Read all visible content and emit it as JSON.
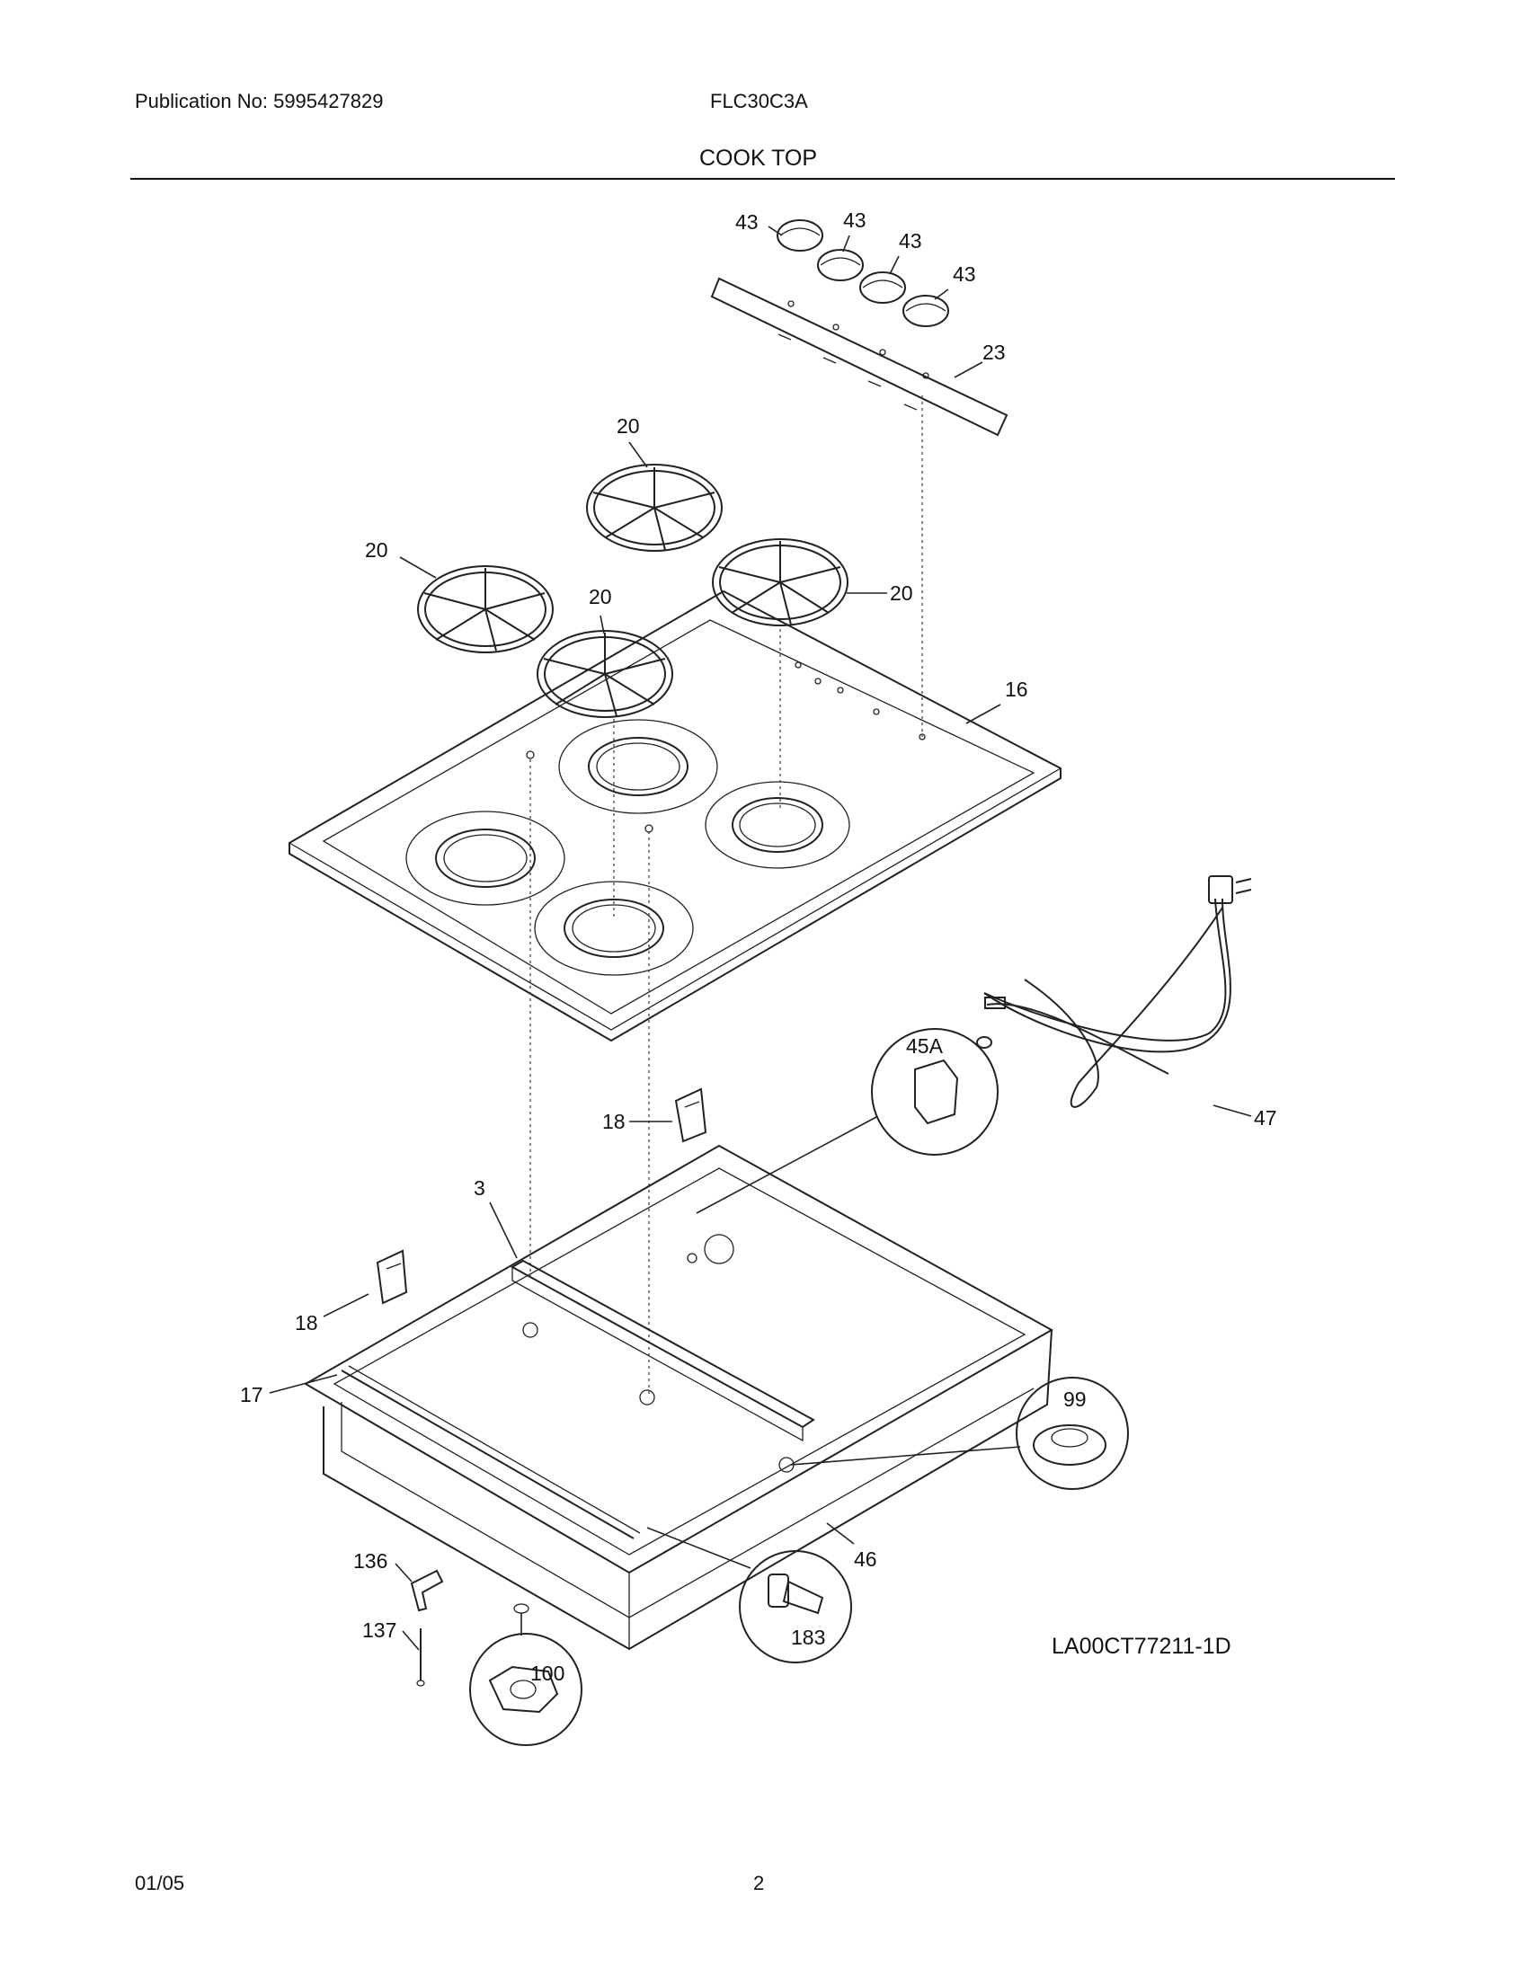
{
  "header": {
    "publication": "Publication No: 5995427829",
    "model": "FLC30C3A",
    "section_title": "COOK TOP"
  },
  "callouts": {
    "knob_1": "43",
    "knob_2": "43",
    "knob_3": "43",
    "knob_4": "43",
    "panel": "23",
    "grate_back": "20",
    "grate_left": "20",
    "grate_front": "20",
    "grate_right": "20",
    "cooktop": "16",
    "power_cord": "47",
    "detail_45a": "45A",
    "bracket_upper": "18",
    "bracket_lower": "18",
    "crossbar": "3",
    "frame": "17",
    "grommet_99": "99",
    "burner_box": "46",
    "clip_136": "136",
    "screw_137": "137",
    "screw_183": "183",
    "nut_100": "100"
  },
  "footer": {
    "drawing_id": "LA00CT77211-1D",
    "date": "01/05",
    "page": "2"
  }
}
